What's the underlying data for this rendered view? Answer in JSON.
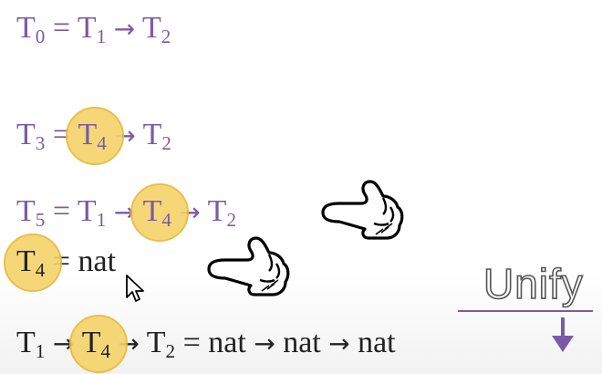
{
  "colors": {
    "purple": "#7b5aa6",
    "highlight": "#f5d36a",
    "dark": "#222222"
  },
  "lines": {
    "l0": {
      "lhs_T": "T",
      "lhs_sub": "0",
      "eq": "=",
      "a_T": "T",
      "a_sub": "1",
      "arrow": "→",
      "b_T": "T",
      "b_sub": "2"
    },
    "l3": {
      "lhs_T": "T",
      "lhs_sub": "3",
      "eq": "=",
      "a_T": "T",
      "a_sub": "4",
      "arrow": "→",
      "b_T": "T",
      "b_sub": "2"
    },
    "l5": {
      "lhs_T": "T",
      "lhs_sub": "5",
      "eq": "=",
      "a_T": "T",
      "a_sub": "1",
      "arrow1": "→",
      "b_T": "T",
      "b_sub": "4",
      "arrow2": "→",
      "c_T": "T",
      "c_sub": "2"
    },
    "l4": {
      "lhs_T": "T",
      "lhs_sub": "4",
      "eq": "=",
      "rhs": "nat"
    },
    "final": {
      "a_T": "T",
      "a_sub": "1",
      "arrow1": "→",
      "b_T": "T",
      "b_sub": "4",
      "arrow2": "→",
      "c_T": "T",
      "c_sub": "2",
      "eq": "=",
      "r1": "nat",
      "arrow3": "→",
      "r2": "nat",
      "arrow4": "→",
      "r3": "nat"
    }
  },
  "unify": {
    "label": "Unify"
  },
  "icons": {
    "hand": "pointing-hand-icon",
    "cursor": "mouse-cursor-icon",
    "down": "down-arrow-icon"
  }
}
